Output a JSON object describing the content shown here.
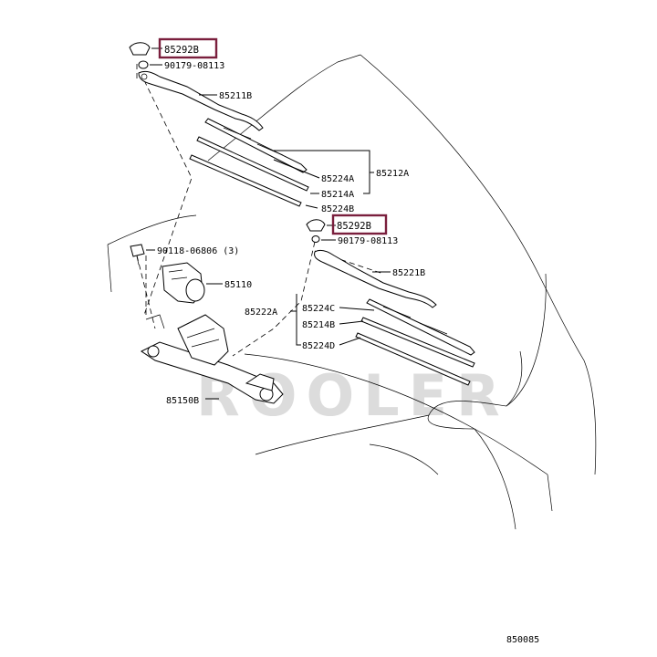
{
  "watermark": "ROOLER",
  "diagram_code": "850085",
  "parts": {
    "cap_upper": "85292B",
    "nut_upper": "90179-08113",
    "arm_left": "85211B",
    "blade_assembly_left": "85212A",
    "rubber_left_a": "85224A",
    "refill_left": "85214A",
    "rubber_left_b": "85224B",
    "cap_lower": "85292B",
    "nut_lower": "90179-08113",
    "bolt": "90118-06806 (3)",
    "motor": "85110",
    "arm_right": "85221B",
    "blade_assembly_right": "85222A",
    "rubber_right_c": "85224C",
    "refill_right": "85214B",
    "rubber_right_d": "85224D",
    "link": "85150B"
  },
  "highlight_color": "#7a1f3d"
}
